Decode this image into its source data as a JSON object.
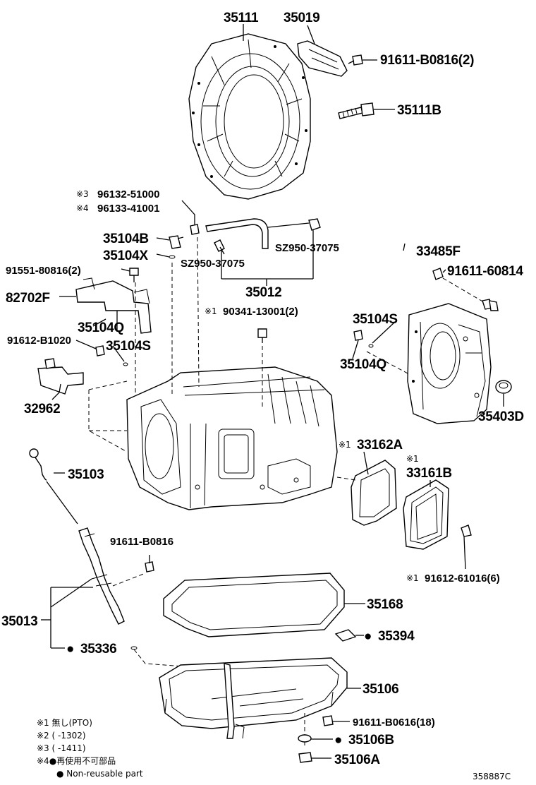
{
  "labels": {
    "p35111": "35111",
    "p35019": "35019",
    "p91611_b0816_2": "91611-B0816(2)",
    "p35111b": "35111B",
    "p96132": "96132-51000",
    "p96133": "96133-41001",
    "p35104b": "35104B",
    "p35104x": "35104X",
    "p91551": "91551-80816(2)",
    "p82702f": "82702F",
    "p35104q_left": "35104Q",
    "p91612_b1020": "91612-B1020",
    "p35104s_left": "35104S",
    "p32962": "32962",
    "psz950_a": "SZ950-37075",
    "psz950_b": "SZ950-37075",
    "p35012": "35012",
    "p90341": "90341-13001(2)",
    "p33485f": "33485F",
    "p91611_60814": "91611-60814",
    "p35104s_right": "35104S",
    "p35104q_right": "35104Q",
    "p35403d": "35403D",
    "p35103": "35103",
    "p33162a": "33162A",
    "p33161b": "33161B",
    "p91611_b0816": "91611-B0816",
    "p91612_61016": "91612-61016(6)",
    "p35013": "35013",
    "p35168": "35168",
    "p35336": "35336",
    "p35394": "35394",
    "p35106": "35106",
    "p91611_b0616": "91611-B0616(18)",
    "p35106b": "35106B",
    "p35106a": "35106A"
  },
  "marks": {
    "m3": "※3",
    "m4": "※4",
    "m1_90341": "※1",
    "m1_33162a": "※1",
    "m1_33161b": "※1",
    "m1_91612": "※1",
    "bullet": "●"
  },
  "legend": {
    "line1": "※1 無し(PTO)",
    "line2": "※2 (       -1302)",
    "line3": "※3 (       -1411)",
    "line4": "※4●再使用不可部品",
    "line5": "● Non-reusable part"
  },
  "figure_id": "358887C"
}
